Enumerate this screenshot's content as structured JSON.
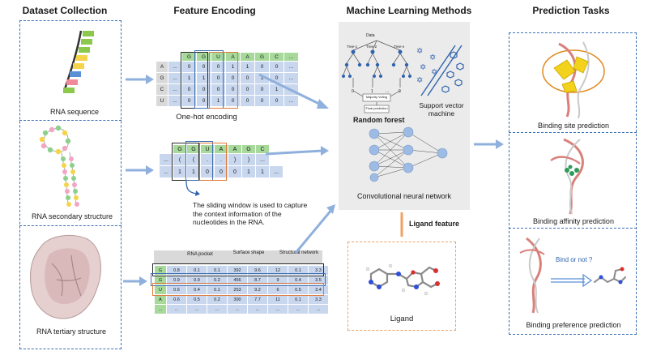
{
  "columns": {
    "dataset": {
      "title": "Dataset Collection",
      "captions": [
        "RNA sequence",
        "RNA secondary structure",
        "RNA tertiary structure"
      ]
    },
    "encoding": {
      "title": "Feature Encoding"
    },
    "ml": {
      "title": "Machine Learning Methods",
      "random_forest": "Random forest",
      "svm": "Support vector machine",
      "cnn": "Convolutional neural network",
      "tree_data": "Data",
      "trees": [
        "Tree-1",
        "Tree-2",
        "Tree-n"
      ],
      "majority": "Majority Voting",
      "final": "Final prediction",
      "tree_outs": [
        "0",
        "1",
        "0",
        "...",
        "0"
      ]
    },
    "tasks": {
      "title": "Prediction Tasks",
      "captions": [
        "Binding site prediction",
        "Binding affinity prediction",
        "Binding preference prediction"
      ],
      "bind_question": "Bind or not ?"
    }
  },
  "onehot": {
    "caption": "One-hot encoding",
    "header": [
      "G",
      "G",
      "U",
      "A",
      "A",
      "G",
      "C",
      "..."
    ],
    "rows": [
      {
        "label": "A",
        "cells": [
          "...",
          "0",
          "0",
          "0",
          "1",
          "1",
          "0",
          "0",
          "..."
        ]
      },
      {
        "label": "G",
        "cells": [
          "...",
          "1",
          "1",
          "0",
          "0",
          "0",
          "1",
          "0",
          "..."
        ]
      },
      {
        "label": "C",
        "cells": [
          "...",
          "0",
          "0",
          "0",
          "0",
          "0",
          "0",
          "1",
          "..."
        ]
      },
      {
        "label": "U",
        "cells": [
          "...",
          "0",
          "0",
          "1",
          "0",
          "0",
          "0",
          "0",
          "..."
        ]
      }
    ]
  },
  "structure_enc": {
    "header": [
      "G",
      "G",
      "U",
      "A",
      "A",
      "G",
      "C"
    ],
    "rows": [
      [
        "...",
        "(",
        "(",
        ".",
        ".",
        ")",
        ")",
        "..."
      ],
      [
        "...",
        "1",
        "1",
        "0",
        "0",
        "0",
        "1",
        "1",
        "..."
      ]
    ],
    "note": "The sliding window is used to capture the context information of the nucleotides in the RNA."
  },
  "tertiary_enc": {
    "headers": [
      "RNA pocket",
      "Surface shape",
      "Structural network"
    ],
    "rows": [
      {
        "label": "G",
        "cells": [
          "0.8",
          "0.1",
          "0.1",
          "392",
          "9.6",
          "12",
          "0.1",
          "3.3"
        ]
      },
      {
        "label": "G",
        "cells": [
          "0.9",
          "0.9",
          "0.2",
          "456",
          "8.7",
          "9",
          "0.4",
          "3.5"
        ]
      },
      {
        "label": "U",
        "cells": [
          "0.6",
          "0.4",
          "0.1",
          "253",
          "9.2",
          "6",
          "0.5",
          "3.4"
        ]
      },
      {
        "label": "A",
        "cells": [
          "0.6",
          "0.5",
          "0.2",
          "300",
          "7.7",
          "11",
          "0.1",
          "3.3"
        ]
      },
      {
        "label": "...",
        "cells": [
          "...",
          "...",
          "...",
          "...",
          "...",
          "...",
          "...",
          "..."
        ]
      }
    ]
  },
  "ligand": {
    "feature_label": "Ligand feature",
    "caption": "Ligand"
  },
  "colors": {
    "box_blue": "#3c6fb4",
    "arrow_blue": "#8fb0dc",
    "ligand_orange": "#f0a060",
    "header_green": "#a6d99a",
    "cell_blue": "#c9d7ee",
    "cell_grey": "#d9d9d9"
  }
}
